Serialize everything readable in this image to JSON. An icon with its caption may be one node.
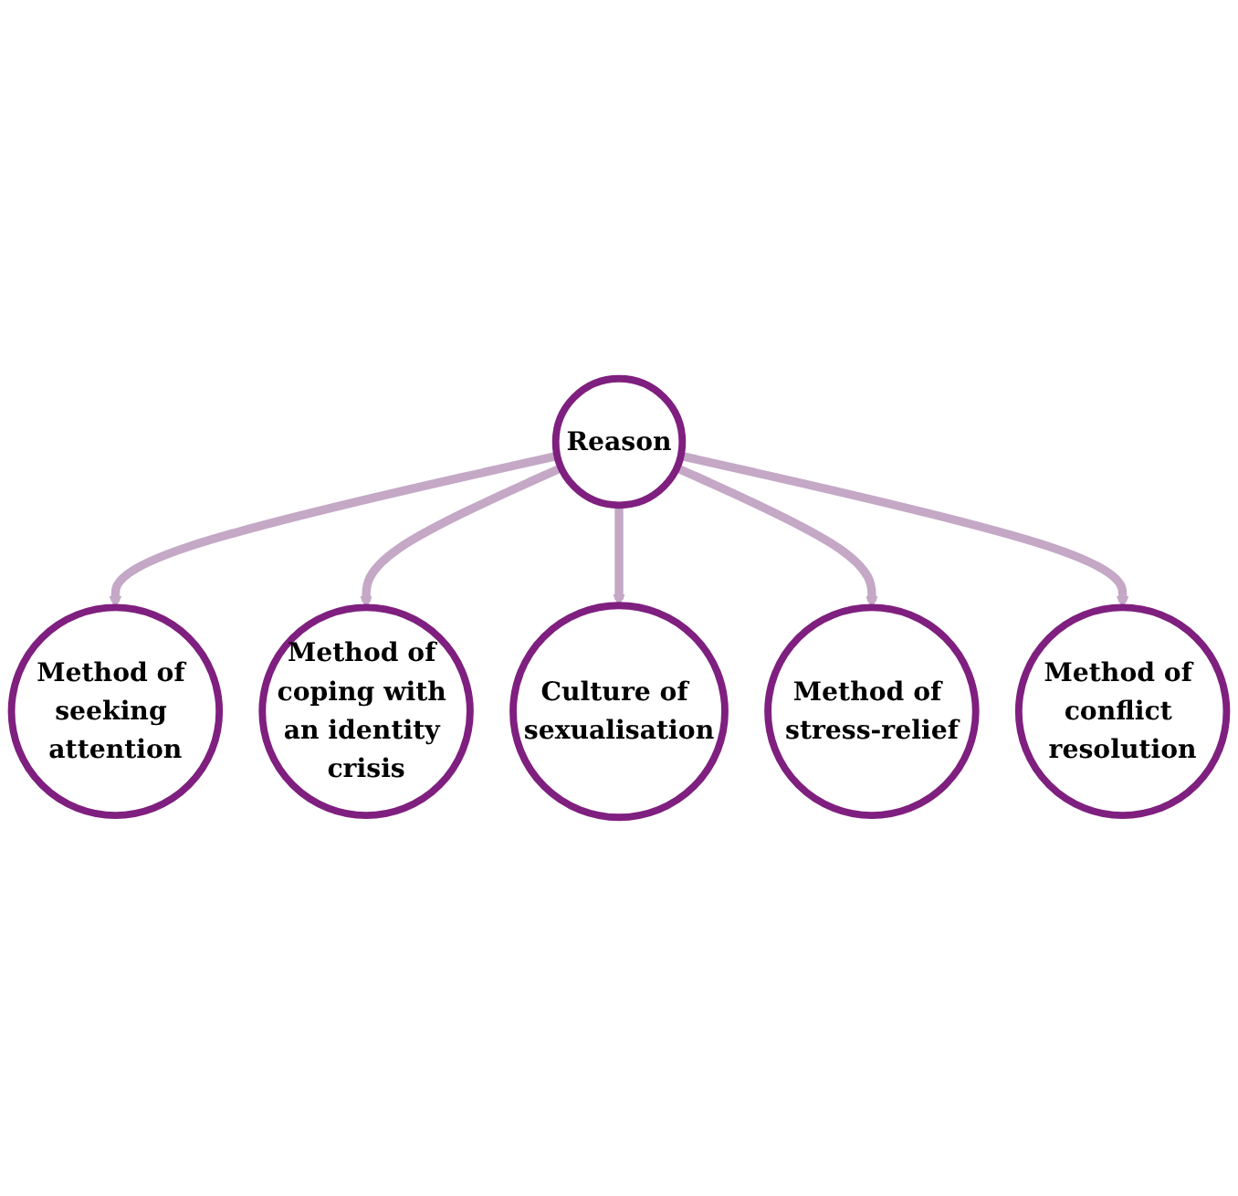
{
  "diagram": {
    "nodes": [
      {
        "text": [
          "Reason"
        ]
      },
      {
        "text": [
          "Method of seeking attention"
        ]
      },
      {
        "text": [
          "Method of coping with an identity crisis"
        ]
      },
      {
        "text": [
          "Culture of sexualisation"
        ]
      },
      {
        "text": [
          "Method of stress-relief"
        ]
      },
      {
        "text": [
          "Method of conflict resolution"
        ]
      }
    ],
    "edges": [
      {
        "from": 0,
        "to": 1,
        "arrow": "to"
      },
      {
        "from": 0,
        "to": 2,
        "arrow": "to"
      },
      {
        "from": 0,
        "to": 3,
        "arrow": "to"
      },
      {
        "from": 0,
        "to": 4,
        "arrow": "to"
      },
      {
        "from": 0,
        "to": 5,
        "arrow": "to"
      }
    ]
  }
}
